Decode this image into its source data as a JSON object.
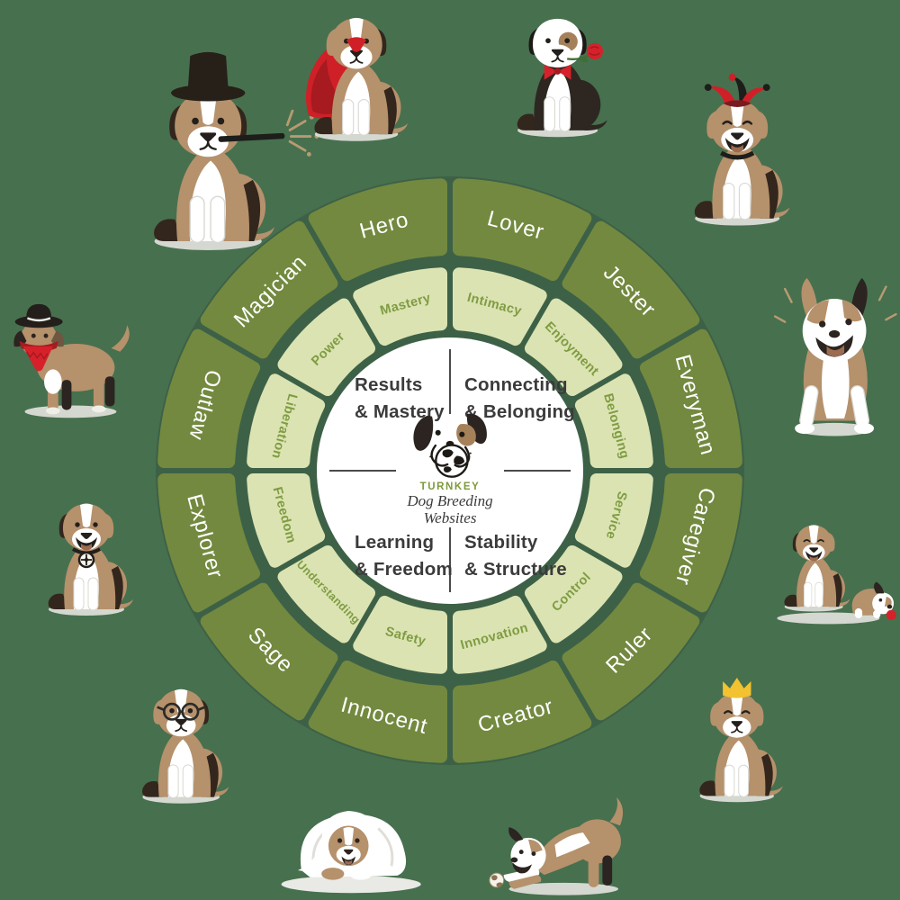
{
  "title": "Dog breeding brand archetypes wheel",
  "colors": {
    "background": "#47704e",
    "wheel_backing": "#3d6147",
    "outer_segment": "#73893f",
    "inner_segment": "#dbe3b2",
    "outer_label": "#ffffff",
    "inner_label": "#7f9c42",
    "quadrant_text": "#3b3b3b",
    "divider_line": "#4a4a4a",
    "brand_green": "#7c9a3a",
    "logo_text": "#3a3a3a"
  },
  "wheel": {
    "segments": [
      {
        "archetype": "Lover",
        "value": "Intimacy",
        "mid_angle": 15
      },
      {
        "archetype": "Jester",
        "value": "Enjoyment",
        "mid_angle": 45
      },
      {
        "archetype": "Everyman",
        "value": "Belonging",
        "mid_angle": 75
      },
      {
        "archetype": "Caregiver",
        "value": "Service",
        "mid_angle": 105
      },
      {
        "archetype": "Ruler",
        "value": "Control",
        "mid_angle": 135
      },
      {
        "archetype": "Creator",
        "value": "Innovation",
        "mid_angle": 165
      },
      {
        "archetype": "Innocent",
        "value": "Safety",
        "mid_angle": 195
      },
      {
        "archetype": "Sage",
        "value": "Understanding",
        "mid_angle": 225
      },
      {
        "archetype": "Explorer",
        "value": "Freedom",
        "mid_angle": 255
      },
      {
        "archetype": "Outlaw",
        "value": "Liberation",
        "mid_angle": 285
      },
      {
        "archetype": "Magician",
        "value": "Power",
        "mid_angle": 315
      },
      {
        "archetype": "Hero",
        "value": "Mastery",
        "mid_angle": 345
      }
    ],
    "quadrants": [
      {
        "position": "top-left",
        "line1": "Results",
        "line2": "& Mastery"
      },
      {
        "position": "top-right",
        "line1": "Connecting",
        "line2": "& Belonging"
      },
      {
        "position": "bottom-left",
        "line1": "Learning",
        "line2": "& Freedom"
      },
      {
        "position": "bottom-right",
        "line1": "Stability",
        "line2": "& Structure"
      }
    ]
  },
  "logo": {
    "brand": "TURNKEY",
    "name_line1": "Dog Breeding",
    "name_line2": "Websites"
  },
  "dogs": [
    {
      "archetype": "Magician",
      "icon": "magician-dog-top-hat-wand-illustration"
    },
    {
      "archetype": "Hero",
      "icon": "hero-dog-red-cape-illustration"
    },
    {
      "archetype": "Lover",
      "icon": "lover-dog-bowtie-rose-illustration"
    },
    {
      "archetype": "Jester",
      "icon": "jester-dog-jester-hat-illustration"
    },
    {
      "archetype": "Everyman",
      "icon": "everyman-dog-happy-run-illustration"
    },
    {
      "archetype": "Caregiver",
      "icon": "caregiver-dog-with-puppy-illustration"
    },
    {
      "archetype": "Ruler",
      "icon": "ruler-dog-crown-illustration"
    },
    {
      "archetype": "Creator",
      "icon": "creator-dog-play-bow-globe-ball-illustration"
    },
    {
      "archetype": "Innocent",
      "icon": "innocent-dog-blanket-illustration"
    },
    {
      "archetype": "Sage",
      "icon": "sage-dog-glasses-illustration"
    },
    {
      "archetype": "Explorer",
      "icon": "explorer-dog-compass-illustration"
    },
    {
      "archetype": "Outlaw",
      "icon": "outlaw-dog-cowboy-hat-bandana-illustration"
    }
  ]
}
